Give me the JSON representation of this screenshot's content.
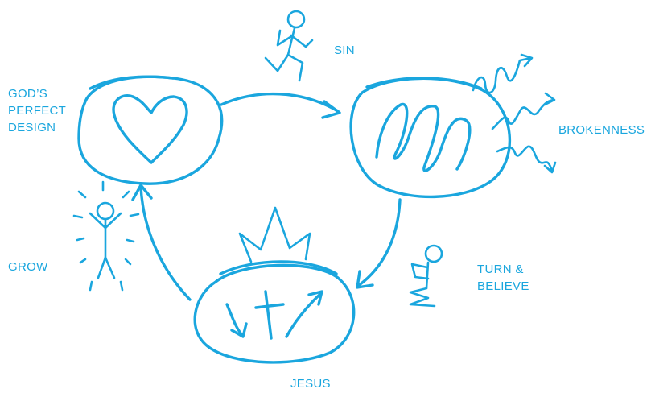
{
  "labels": {
    "gods_perfect_design": [
      "GOD’S",
      "PERFECT",
      "DESIGN"
    ],
    "sin": "SIN",
    "brokenness": "BROKENNESS",
    "turn_believe": [
      "TURN &",
      "BELIEVE"
    ],
    "jesus": "JESUS",
    "grow": "GROW"
  },
  "colors": {
    "ink": "#1aa6de",
    "background": "#ffffff"
  },
  "icons": [
    "heart-icon",
    "scribble-icon",
    "cross-icon",
    "crown-icon",
    "running-figure-icon",
    "kneeling-figure-icon",
    "radiant-figure-icon",
    "squiggle-arrow-icon"
  ]
}
